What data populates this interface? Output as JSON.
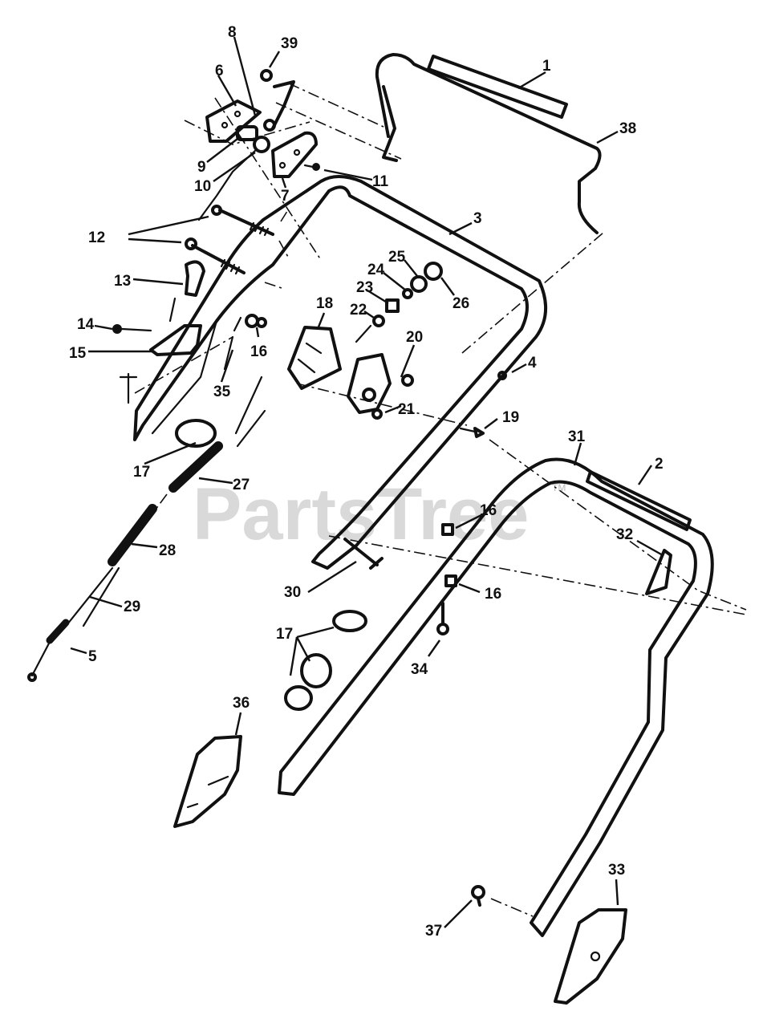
{
  "watermark": {
    "text": "PartsTree",
    "trademark": "TM"
  },
  "callouts": {
    "c1": "1",
    "c2": "2",
    "c3": "3",
    "c4": "4",
    "c5": "5",
    "c6": "6",
    "c7": "7",
    "c8": "8",
    "c9": "9",
    "c10": "10",
    "c11": "11",
    "c12": "12",
    "c13": "13",
    "c14": "14",
    "c15": "15",
    "c16a": "16",
    "c16b": "16",
    "c16c": "16",
    "c17a": "17",
    "c17b": "17",
    "c18": "18",
    "c19": "19",
    "c20": "20",
    "c21": "21",
    "c22": "22",
    "c23": "23",
    "c24": "24",
    "c25": "25",
    "c26": "26",
    "c27": "27",
    "c28": "28",
    "c29": "29",
    "c30": "30",
    "c31": "31",
    "c32": "32",
    "c33": "33",
    "c34": "34",
    "c35": "35",
    "c36": "36",
    "c37": "37",
    "c38": "38",
    "c39": "39"
  }
}
